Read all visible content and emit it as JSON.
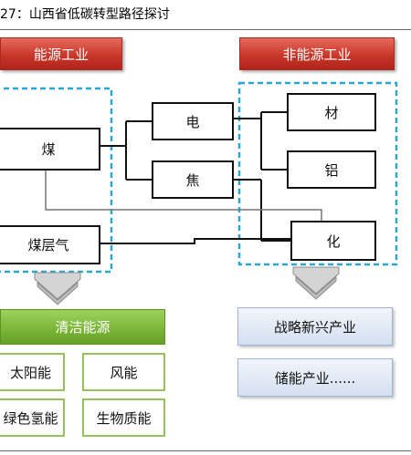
{
  "title": "27：山西省低碳转型路径探讨",
  "headers": {
    "energy_industry": "能源工业",
    "non_energy_industry": "非能源工业",
    "clean_energy": "清洁能源"
  },
  "energy_nodes": {
    "coal": "煤",
    "coalbed_gas": "煤层气"
  },
  "middle_nodes": {
    "electricity": "电",
    "coke": "焦"
  },
  "non_energy_nodes": {
    "materials": "材",
    "aluminum": "铝",
    "chemical": "化"
  },
  "clean_energy_items": {
    "solar": "太阳能",
    "wind": "风能",
    "green_hydrogen": "绿色氢能",
    "biomass": "生物质能"
  },
  "strategic_items": {
    "emerging": "战略新兴产业",
    "storage": "储能产业......"
  },
  "colors": {
    "red_header": "#c9372a",
    "green_header": "#79b536",
    "dashed_border": "#2aa7d6",
    "blue_box": "#d4e0f0",
    "line": "#111111"
  }
}
